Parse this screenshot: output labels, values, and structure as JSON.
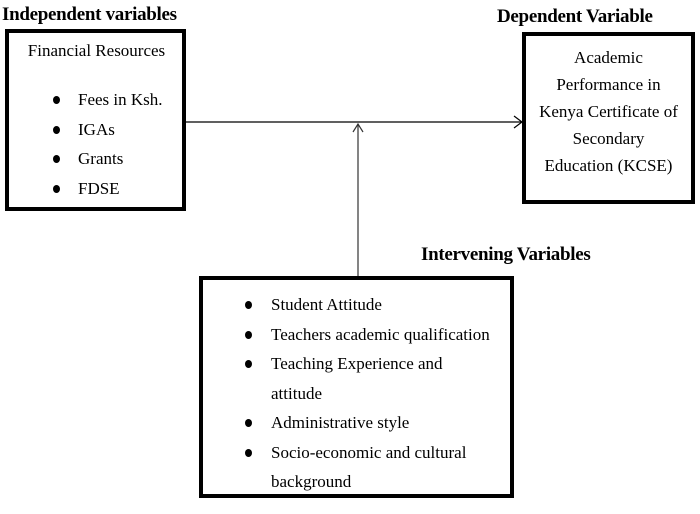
{
  "independent": {
    "heading": "Independent variables",
    "title": "Financial Resources",
    "items": [
      "Fees in Ksh.",
      "IGAs",
      "Grants",
      "FDSE"
    ]
  },
  "dependent": {
    "heading": "Dependent Variable",
    "lines": [
      "Academic",
      "Performance in",
      "Kenya Certificate of",
      "Secondary",
      "Education (KCSE)"
    ]
  },
  "intervening": {
    "heading": "Intervening Variables",
    "items": [
      {
        "line1": "Student Attitude"
      },
      {
        "line1": "Teachers academic qualification"
      },
      {
        "line1": "Teaching Experience and",
        "line2": "attitude"
      },
      {
        "line1": "Administrative style"
      },
      {
        "line1": "Socio-economic and cultural",
        "line2": "background"
      }
    ]
  }
}
